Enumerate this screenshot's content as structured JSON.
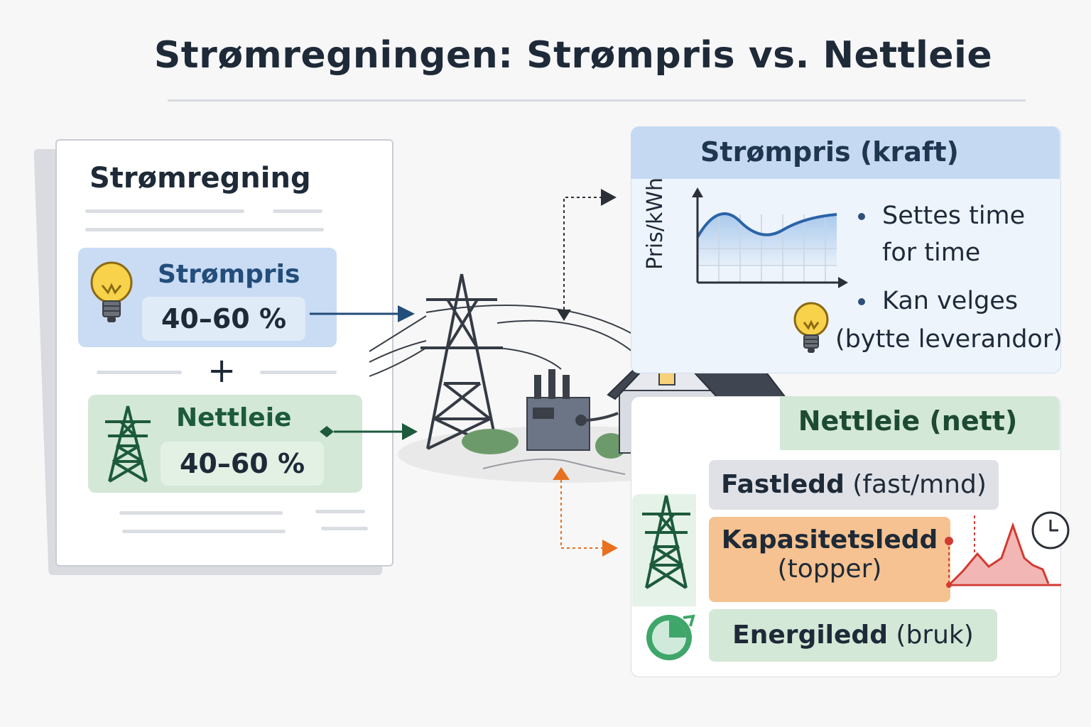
{
  "title": "Strømregningen: Strømpris vs. Nettleie",
  "bill": {
    "title": "Strømregning",
    "strompris": {
      "label": "Strømpris",
      "percent": "40–60 %"
    },
    "plus": "+",
    "nettleie": {
      "label": "Nettleie",
      "percent": "40–60 %"
    }
  },
  "strompris_panel": {
    "header": "Strømpris (kraft)",
    "ylabel": "Pris/kWh",
    "bullets": [
      "Settes time",
      "for time",
      "Kan velges",
      "(bytte leverandor)"
    ]
  },
  "nettleie_panel": {
    "header": "Nettleie (nett)",
    "fastledd": {
      "bold": "Fastledd",
      "rest": "(fast/mnd)"
    },
    "kapasitetsledd": {
      "bold": "Kapasitetsledd",
      "rest": "(topper)"
    },
    "energiledd": {
      "bold": "Energiledd",
      "rest": "(bruk)"
    }
  },
  "colors": {
    "strompris_blue": "#c9dcf4",
    "nettleie_green": "#d3e8d6",
    "kapasitet_orange": "#f6c291",
    "arrow_blue": "#234d7a",
    "arrow_green": "#1d5a3c",
    "arrow_orange": "#e8701e"
  },
  "icons": [
    "light-bulb-icon",
    "power-tower-icon",
    "clock-icon",
    "pie-gauge-icon",
    "house-illustration",
    "transformer-illustration"
  ]
}
